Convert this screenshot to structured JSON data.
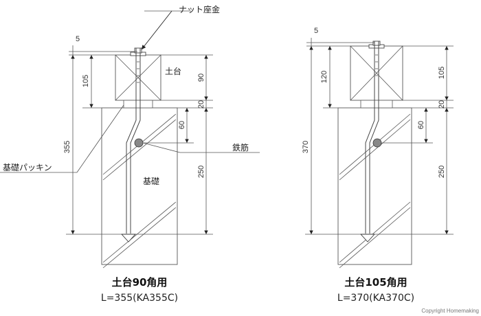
{
  "labels": {
    "nut_washer": "ナット座金",
    "sill": "土台",
    "foundation_packing": "基礎パッキン",
    "rebar": "鉄筋",
    "foundation": "基礎"
  },
  "left": {
    "dim_top": "5",
    "dim_105": "105",
    "dim_355": "355",
    "dim_90": "90",
    "dim_20": "20",
    "dim_60": "60",
    "dim_250": "250",
    "title": "土台90角用",
    "subtitle": "L=355(KA355C)"
  },
  "right": {
    "dim_top": "5",
    "dim_120": "120",
    "dim_370": "370",
    "dim_105": "105",
    "dim_20": "20",
    "dim_60": "60",
    "dim_250": "250",
    "title": "土台105角用",
    "subtitle": "L=370(KA370C)"
  },
  "copyright": "Copyright Homemaking"
}
